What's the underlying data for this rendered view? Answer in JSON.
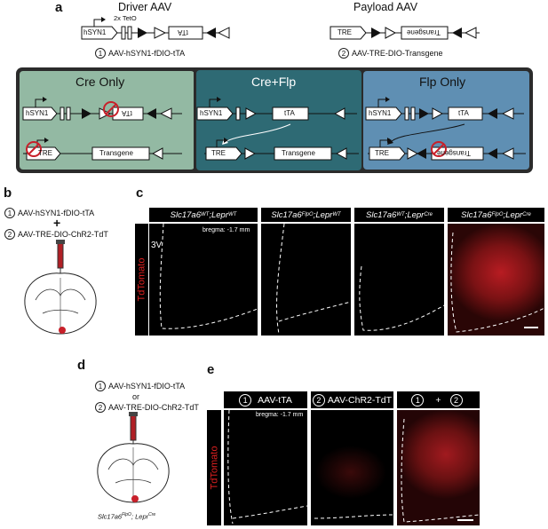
{
  "panel_labels": {
    "a": "a",
    "b": "b",
    "c": "c",
    "d": "d",
    "e": "e"
  },
  "a": {
    "driver_title": "Driver AAV",
    "payload_title": "Payload AAV",
    "tetO_label": "2x TetO",
    "hsyn1": "hSYN1",
    "tta_flipped": "tTA",
    "tre": "TRE",
    "transgene_flipped": "Transgene",
    "driver_name_num": "1",
    "driver_name": "AAV-hSYN1-fDIO-tTA",
    "payload_name_num": "2",
    "payload_name": "AAV-TRE-DIO-Transgene",
    "boxes": {
      "cre_only": "Cre Only",
      "cre_flp": "Cre+Flp",
      "flp_only": "Flp Only"
    },
    "construct_labels": {
      "hsyn1": "hSYN1",
      "tta": "tTA",
      "tre": "TRE",
      "transgene": "Transgene"
    },
    "colors": {
      "cre_only": "#93b9a3",
      "cre_flp": "#2e6a74",
      "flp_only": "#5f8fb3",
      "frame": "#2b2b2b",
      "red": "#c8202a"
    }
  },
  "b": {
    "line1_num": "1",
    "line1": "AAV-hSYN1-fDIO-tTA",
    "plus": "+",
    "line2_num": "2",
    "line2": "AAV-TRE-DIO-ChR2-TdT"
  },
  "c": {
    "side_label": "TdTomato",
    "headers": [
      {
        "gene": "Slc17a6",
        "g_sup": "WT",
        "sep": "; ",
        "rec": "Lepr",
        "r_sup": "WT"
      },
      {
        "gene": "Slc17a6",
        "g_sup": "FlpO",
        "sep": "; ",
        "rec": "Lepr",
        "r_sup": "WT"
      },
      {
        "gene": "Slc17a6",
        "g_sup": "WT",
        "sep": "; ",
        "rec": "Lepr",
        "r_sup": "Cre"
      },
      {
        "gene": "Slc17a6",
        "g_sup": "FlpO",
        "sep": "; ",
        "rec": "Lepr",
        "r_sup": "Cre"
      }
    ],
    "ventricle": "3V",
    "bregma": "bregma: -1.7 mm"
  },
  "d": {
    "line1_num": "1",
    "line1": "AAV-hSYN1-fDIO-tTA",
    "or": "or",
    "line2_num": "2",
    "line2": "AAV-TRE-DIO-ChR2-TdT",
    "genotype_gene": "Slc17a6",
    "genotype_gsup": "FlpO",
    "genotype_sep": "; ",
    "genotype_rec": "Lepr",
    "genotype_rsup": "Cre"
  },
  "e": {
    "side_label": "TdTomato",
    "h1_num": "1",
    "h1": "AAV-tTA",
    "h2_num": "2",
    "h2": "AAV-ChR2-TdT",
    "h3_num1": "1",
    "h3_plus": "+",
    "h3_num2": "2",
    "bregma": "bregma: -1.7 mm"
  }
}
